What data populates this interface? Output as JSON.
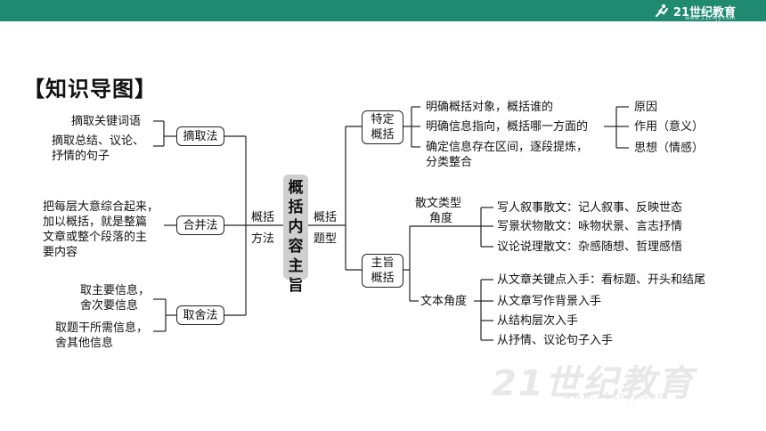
{
  "header": {
    "logo_text": "21世纪教育",
    "logo_sub": "www.21cnjy.com"
  },
  "title": "【知识导图】",
  "center": "概括内容主旨",
  "left_branch": {
    "line1": "概括",
    "line2": "方法"
  },
  "right_branch": {
    "line1": "概括",
    "line2": "题型"
  },
  "methods": [
    {
      "label": "摘取法",
      "notes": [
        "摘取关键词语",
        "摘取总结、议论、",
        "抒情的句子"
      ]
    },
    {
      "label": "合并法",
      "notes": [
        "把每层大意综合起来，",
        "加以概括，就是整篇",
        "文章或整个段落的主",
        "要内容"
      ]
    },
    {
      "label": "取舍法",
      "notes": [
        "取主要信息，",
        "舍次要信息",
        "取题干所需信息，",
        "舍其他信息"
      ]
    }
  ],
  "types": {
    "specific": {
      "label_1": "特定",
      "label_2": "概括",
      "items": [
        "明确概括对象，概括谁的",
        "明确信息指向，概括哪一方面的",
        "确定信息存在区间，逐段提炼，",
        "分类整合"
      ],
      "aspects": [
        "原因",
        "作用（意义）",
        "思想（情感）"
      ]
    },
    "theme": {
      "label_1": "主旨",
      "label_2": "概括",
      "prose": {
        "label_1": "散文类型",
        "label_2": "角度",
        "items": [
          "写人叙事散文：记人叙事、反映世态",
          "写景状物散文：咏物状景、言志抒情",
          "议论说理散文：杂感随想、哲理感悟"
        ]
      },
      "text": {
        "label": "文本角度",
        "items": [
          "从文章关键点入手：看标题、开头和结尾",
          "从文章写作背景入手",
          "从结构层次入手",
          "从抒情、议论句子入手"
        ]
      }
    }
  },
  "watermark": {
    "text": "21世纪教育",
    "url": "www.21cnjy.com"
  }
}
